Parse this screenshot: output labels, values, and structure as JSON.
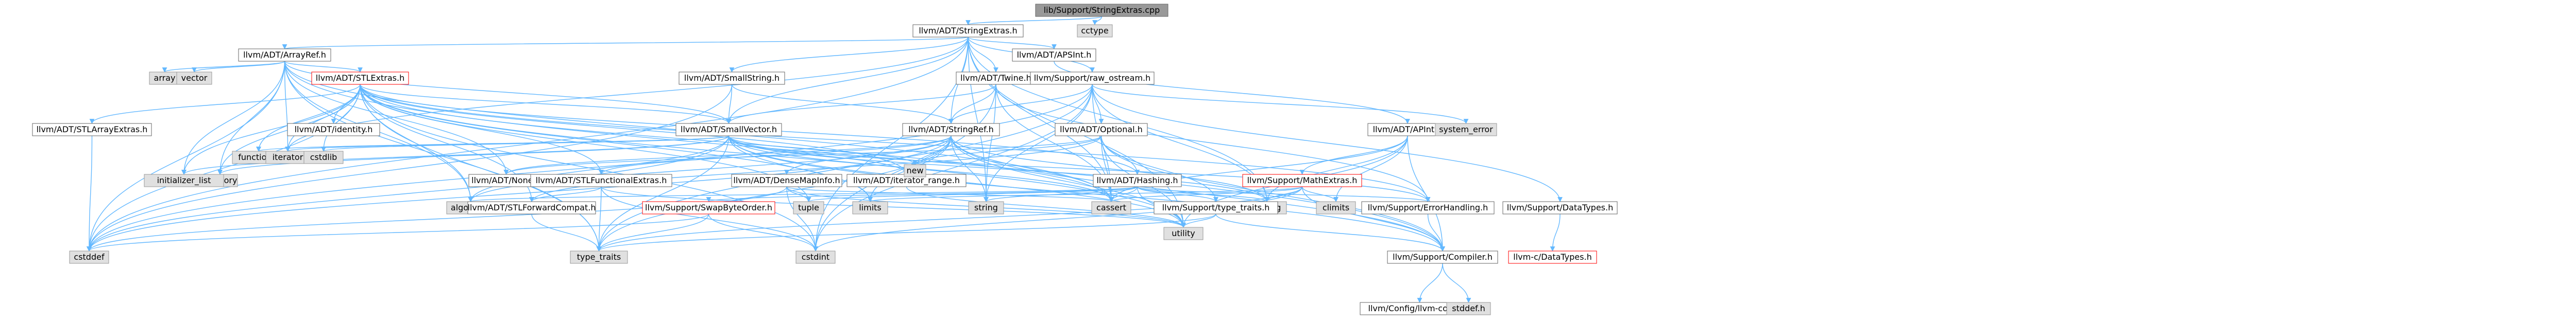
{
  "title": "",
  "colors": {
    "edge": "#63b8ff",
    "root_fill": "#999999",
    "system_fill": "#e0e0e0",
    "node_fill": "#ffffff",
    "border": "#666666",
    "highlight_border": "#ff0000"
  },
  "nodes": {
    "root": "lib/Support/StringExtras.cpp",
    "cctype": "cctype",
    "stringextras": "llvm/ADT/StringExtras.h",
    "arrayref": "llvm/ADT/ArrayRef.h",
    "apsint": "llvm/ADT/APSInt.h",
    "twine": "llvm/ADT/Twine.h",
    "raw_ostream": "llvm/Support/raw_ostream.h",
    "smallstring": "llvm/ADT/SmallString.h",
    "stlextras": "llvm/ADT/STLExtras.h",
    "array": "array",
    "vector": "vector",
    "stlarrayextras": "llvm/ADT/STLArrayExtras.h",
    "identity": "llvm/ADT/identity.h",
    "smallvector": "llvm/ADT/SmallVector.h",
    "stringref": "llvm/ADT/StringRef.h",
    "optional": "llvm/ADT/Optional.h",
    "apint": "llvm/ADT/APInt.h",
    "system_error": "system_error",
    "functional": "functional",
    "iterator": "iterator",
    "cstdlib": "cstdlib",
    "memory": "memory",
    "initializer_list": "initializer_list",
    "none": "llvm/ADT/None.h",
    "stlfunctionalextras": "llvm/ADT/STLFunctionalExtras.h",
    "iterator_range": "llvm/ADT/iterator_range.h",
    "new": "new",
    "hashing": "llvm/ADT/Hashing.h",
    "mathextras": "llvm/Support/MathExtras.h",
    "densemapinfo": "llvm/ADT/DenseMapInfo.h",
    "algorithm": "algorithm",
    "stlforwardcompat": "llvm/ADT/STLForwardCompat.h",
    "swapbyteorder": "llvm/Support/SwapByteOrder.h",
    "tuple": "tuple",
    "limits": "limits",
    "string": "string",
    "cassert": "cassert",
    "utility": "utility",
    "climits": "climits",
    "cstring": "cstring",
    "support_type_traits": "llvm/Support/type_traits.h",
    "errorhandling": "llvm/Support/ErrorHandling.h",
    "datatypes": "llvm/Support/DataTypes.h",
    "compiler": "llvm/Support/Compiler.h",
    "cstddef": "cstddef",
    "type_traits": "type_traits",
    "cstdint": "cstdint",
    "llvmc_datatypes": "llvm-c/DataTypes.h",
    "llvm_config": "llvm/Config/llvm-config.h",
    "stddef": "stddef.h"
  }
}
